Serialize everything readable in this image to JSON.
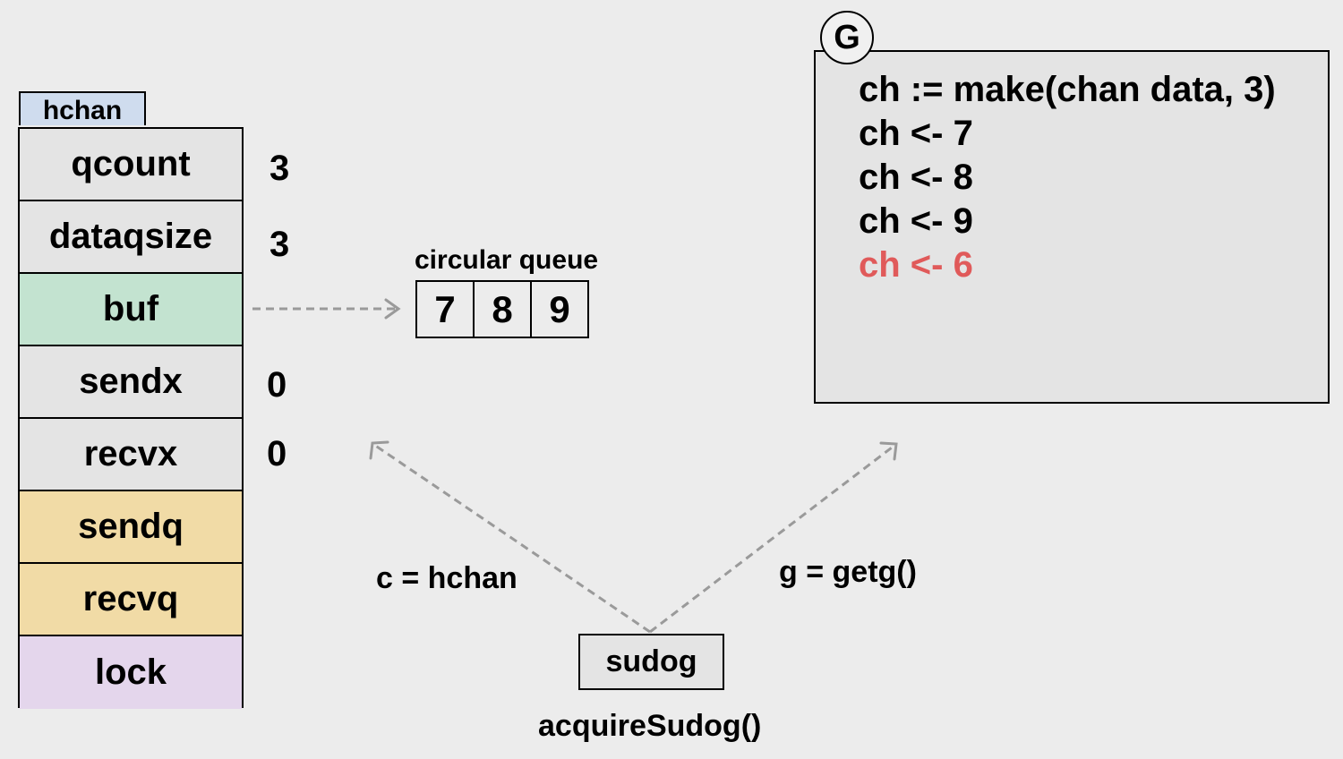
{
  "hchan": {
    "tab_label": "hchan",
    "fields": [
      {
        "name": "qcount",
        "value": "3"
      },
      {
        "name": "dataqsize",
        "value": "3"
      },
      {
        "name": "buf",
        "value": ""
      },
      {
        "name": "sendx",
        "value": "0"
      },
      {
        "name": "recvx",
        "value": "0"
      },
      {
        "name": "sendq",
        "value": ""
      },
      {
        "name": "recvq",
        "value": ""
      },
      {
        "name": "lock",
        "value": ""
      }
    ]
  },
  "circular_queue": {
    "label": "circular queue",
    "cells": [
      "7",
      "8",
      "9"
    ]
  },
  "goroutine": {
    "badge": "G",
    "code": [
      "ch := make(chan data, 3)",
      "ch <- 7",
      "ch <- 8",
      "ch <- 9",
      "ch <- 6"
    ]
  },
  "sudog": {
    "label": "sudog",
    "caption": "acquireSudog()",
    "link_c": "c = hchan",
    "link_g": "g = getg()"
  },
  "colors": {
    "highlight": "#e05a5a",
    "buf_field": "#c3e3d0",
    "queue_field": "#f1dba6",
    "lock_field": "#e4d6ec",
    "tab": "#cfdcee",
    "arrow": "#9a9a9a"
  }
}
